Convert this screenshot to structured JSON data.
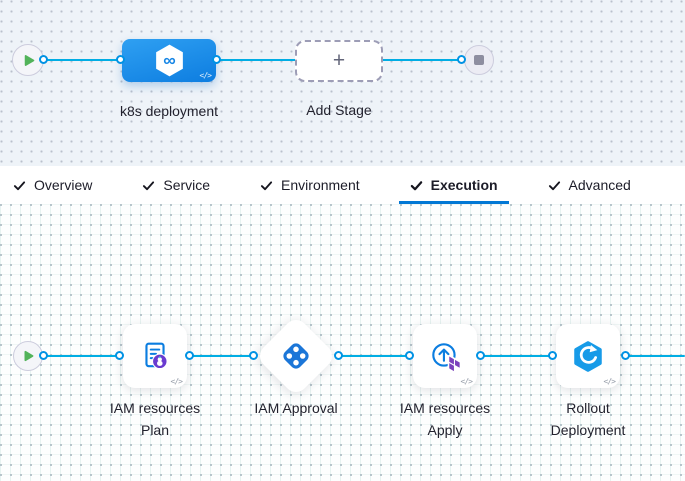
{
  "colors": {
    "line_blue": "#00ade4",
    "connector_blue": "#0092e4",
    "active_tab_underline": "#0278d5",
    "stage_node_blue": "#0d7de0",
    "play_green": "#52b35a"
  },
  "icons": {
    "plus": "+",
    "code_badge": "</>",
    "infinity": "∞"
  },
  "stage_graph": {
    "stage_name": "k8s deployment",
    "add_stage_label": "Add Stage"
  },
  "tabs": {
    "items": [
      {
        "label": "Overview",
        "active": false
      },
      {
        "label": "Service",
        "active": false
      },
      {
        "label": "Environment",
        "active": false
      },
      {
        "label": "Execution",
        "active": true
      },
      {
        "label": "Advanced",
        "active": false
      }
    ]
  },
  "execution_graph": {
    "steps": [
      {
        "name": "IAM resources Plan",
        "label_line1": "IAM resources",
        "label_line2": "Plan",
        "type": "terraform-plan"
      },
      {
        "name": "IAM Approval",
        "label_line1": "IAM Approval",
        "label_line2": "",
        "type": "approval"
      },
      {
        "name": "IAM resources Apply",
        "label_line1": "IAM resources",
        "label_line2": "Apply",
        "type": "terraform-apply"
      },
      {
        "name": "Rollout Deployment",
        "label_line1": "Rollout",
        "label_line2": "Deployment",
        "type": "k8s-rollout"
      }
    ]
  }
}
